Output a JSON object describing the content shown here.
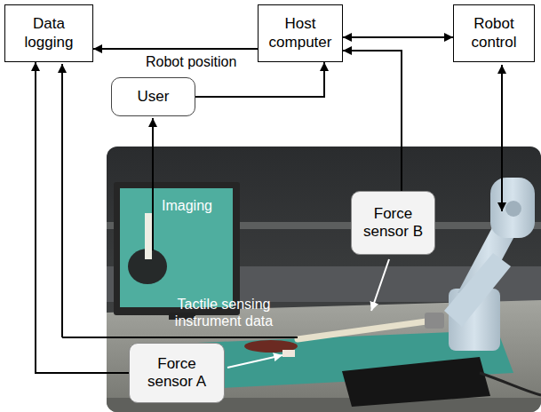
{
  "diagram": {
    "nodes": [
      {
        "text": [
          "Data logging"
        ]
      },
      {
        "text": [
          "Host computer"
        ]
      },
      {
        "text": [
          "Robot control"
        ]
      },
      {
        "text": [
          "User"
        ]
      },
      {
        "text": [
          "Force sensor B"
        ]
      },
      {
        "text": [
          "Force sensor A"
        ]
      }
    ],
    "edges": [
      {
        "from": 1,
        "to": 0,
        "label": "Robot position",
        "arrow": "to"
      },
      {
        "from": 1,
        "to": 2,
        "arrow": "both"
      },
      {
        "from": 3,
        "to": 1,
        "arrow": "to"
      },
      {
        "from": 4,
        "to": 1,
        "arrow": "to"
      },
      {
        "from": 5,
        "to": 0,
        "arrow": "to"
      }
    ],
    "labels": [
      "Imaging",
      "Tactile sensing instrument data"
    ]
  }
}
